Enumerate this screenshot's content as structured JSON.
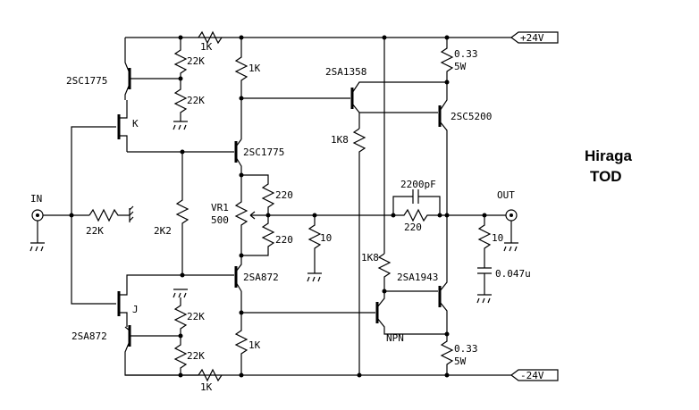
{
  "title": {
    "line1": "Hiraga",
    "line2": "TOD"
  },
  "rails": {
    "pos": "+24V",
    "neg": "-24V"
  },
  "ports": {
    "in": "IN",
    "out": "OUT"
  },
  "components": {
    "r_top_1k": "1K",
    "r_bot_1k": "1K",
    "r_22k_a": "22K",
    "r_22k_b": "22K",
    "r_22k_c": "22K",
    "r_22k_d": "22K",
    "r_in_22k": "22K",
    "r_1k_top_col": "1K",
    "r_1k_bot_col": "1K",
    "r_2k2": "2K2",
    "r_220_a": "220",
    "r_220_b": "220",
    "r_10_mid": "10",
    "r_220_fb": "220",
    "r_10_zob": "10",
    "c_047": "0.047u",
    "c_2200": "2200pF",
    "r_1k8_a": "1K8",
    "r_1k8_b": "1K8",
    "r_033_top": "0.33",
    "r_033_top_w": "5W",
    "r_033_bot": "0.33",
    "r_033_bot_w": "5W",
    "vr1": "VR1",
    "vr1_val": "500",
    "q_2sc1775_a": "2SC1775",
    "q_2sc1775_b": "2SC1775",
    "q_2sa872_a": "2SA872",
    "q_2sa872_b": "2SA872",
    "q_2sa1358": "2SA1358",
    "q_2sc5200": "2SC5200",
    "q_2sa1943": "2SA1943",
    "q_npn": "NPN",
    "jfet_k": "K",
    "jfet_j": "J"
  }
}
